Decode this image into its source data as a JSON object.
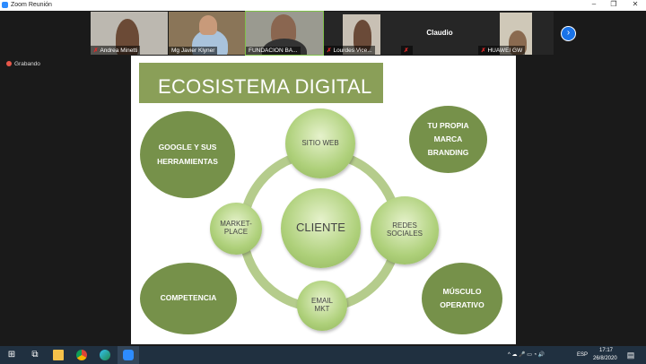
{
  "window": {
    "title": "Zoom Reunión",
    "minimize": "–",
    "maximize": "❐",
    "close": "✕"
  },
  "participants": [
    {
      "name": "Andrea Minetti",
      "muted": true
    },
    {
      "name": "Mg Javier Klyner",
      "muted": false
    },
    {
      "name": "FUNDACION BA...",
      "muted": false
    },
    {
      "name": "Lourdes Vice...",
      "muted": true
    },
    {
      "name": "HUAWEI GW",
      "muted": true
    }
  ],
  "claudio": {
    "name": "Claudio",
    "muted": true
  },
  "next_page": "›",
  "recording": "Grabando",
  "slide": {
    "title": "ECOSISTEMA DIGITAL",
    "outer": {
      "google": "GOOGLE Y SUS HERRAMIENTAS",
      "marca": "TU PROPIA MARCA BRANDING",
      "competencia": "COMPETENCIA",
      "musculo": "MÚSCULO OPERATIVO"
    },
    "center": "CLIENTE",
    "nodes": {
      "sitio": "SITIO WEB",
      "redes": "REDES SOCIALES",
      "email": "EMAIL MKT",
      "market": "MARKET-PLACE"
    }
  },
  "taskbar": {
    "lang": "ESP",
    "time": "17:17",
    "date": "26/8/2020",
    "tray_icons": "^ ☁ 🎤 ▭ ◔ 🔊"
  }
}
